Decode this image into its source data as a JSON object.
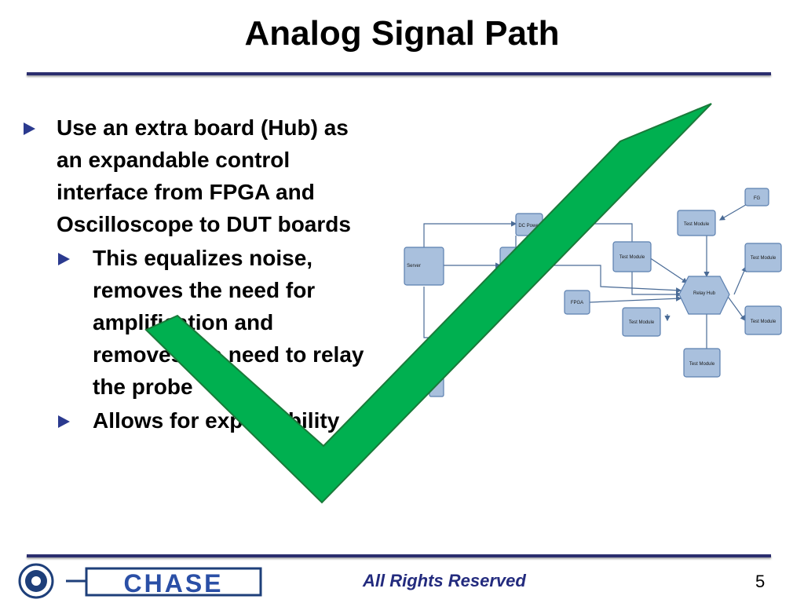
{
  "slide": {
    "title": "Analog Signal Path",
    "bullets": [
      {
        "text": "Use an extra board (Hub) as an expandable control interface from FPGA and Oscilloscope to DUT boards",
        "sub": [
          {
            "text": "This equalizes noise, removes the need for amplification and removes the need to relay the probe"
          },
          {
            "text": "Allows for expandibility"
          }
        ]
      }
    ]
  },
  "diagram": {
    "nodes": [
      "Server",
      "DC Power",
      "FPGA",
      "Test Module",
      "Test Module",
      "Test Module",
      "Test Module",
      "Test Module",
      "Test Module",
      "Test Module",
      "FG",
      "Relay Hub"
    ]
  },
  "colors": {
    "rule": "#2b2e6e",
    "check": "#00b050",
    "footer": "#232b7e",
    "bullet": "#2b3a8f"
  },
  "footer": {
    "text": "All Rights Reserved",
    "page": "5",
    "logo_text": "CHASE"
  }
}
